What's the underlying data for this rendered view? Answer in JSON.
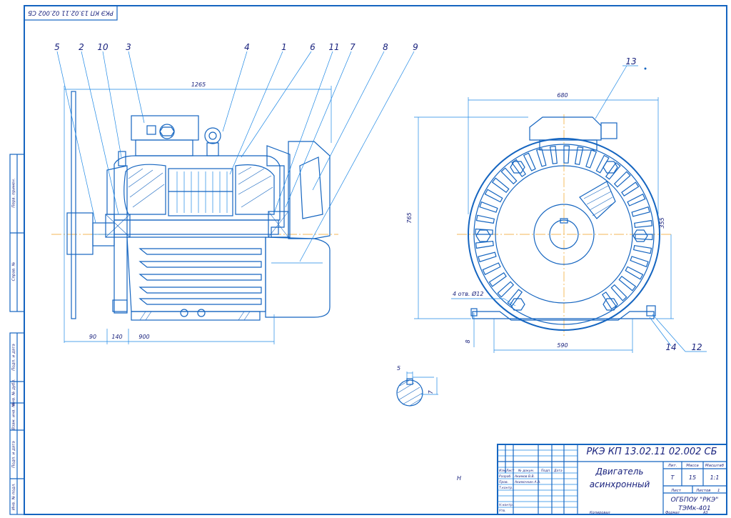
{
  "stamp_code_rotated": "РКЭ КП 13.02.11 02.002 СБ",
  "leaders": [
    "5",
    "2",
    "10",
    "3",
    "4",
    "1",
    "6",
    "11",
    "7",
    "8",
    "9",
    "13",
    "12",
    "14"
  ],
  "dimensions": {
    "overall_length": "1265",
    "shaft_90": "90",
    "len_140": "140",
    "len_900": "900",
    "width_680": "680",
    "height_765": "765",
    "axis_355": "355",
    "holes": "4 отв. Ø12",
    "foot_590": "590",
    "foot_8": "8",
    "key_5": "5",
    "key_7": "7"
  },
  "side_column": [
    "Подп. и дата",
    "Инв. № дубл.",
    "Взам. инв. №",
    "Подп. и дата",
    "Инв. № подл.",
    "Справ. №",
    "Перв. примен."
  ],
  "title_block": {
    "doc_code": "РКЭ КП 13.02.11 02.002 СБ",
    "name_line1": "Двигатель",
    "name_line2": "асинхронный",
    "hdr_lit": "Лит.",
    "hdr_mass": "Масса",
    "hdr_scale": "Масштаб",
    "lit": "Т",
    "mass": "15",
    "scale": "1:1",
    "sheet_label": "Лист",
    "sheets_label": "Листов",
    "sheets_val": "1",
    "org1": "ОГБПОУ \"РКЭ\"",
    "org2": "ТЭМк-401",
    "rows": [
      "Изм.",
      "Лист",
      "№ докум.",
      "Подп.",
      "Дата"
    ],
    "role_dev": "Разраб.",
    "role_check": "Пров.",
    "role_tcontr": "Т.контр.",
    "role_ncontr": "Н.контр.",
    "role_appr": "Утв.",
    "dev_name": "Акимов В.В.",
    "check_name": "Акимочкин А.А.",
    "copied": "Копировал",
    "format": "Формат",
    "format_val": "А3",
    "stray": "Н"
  }
}
